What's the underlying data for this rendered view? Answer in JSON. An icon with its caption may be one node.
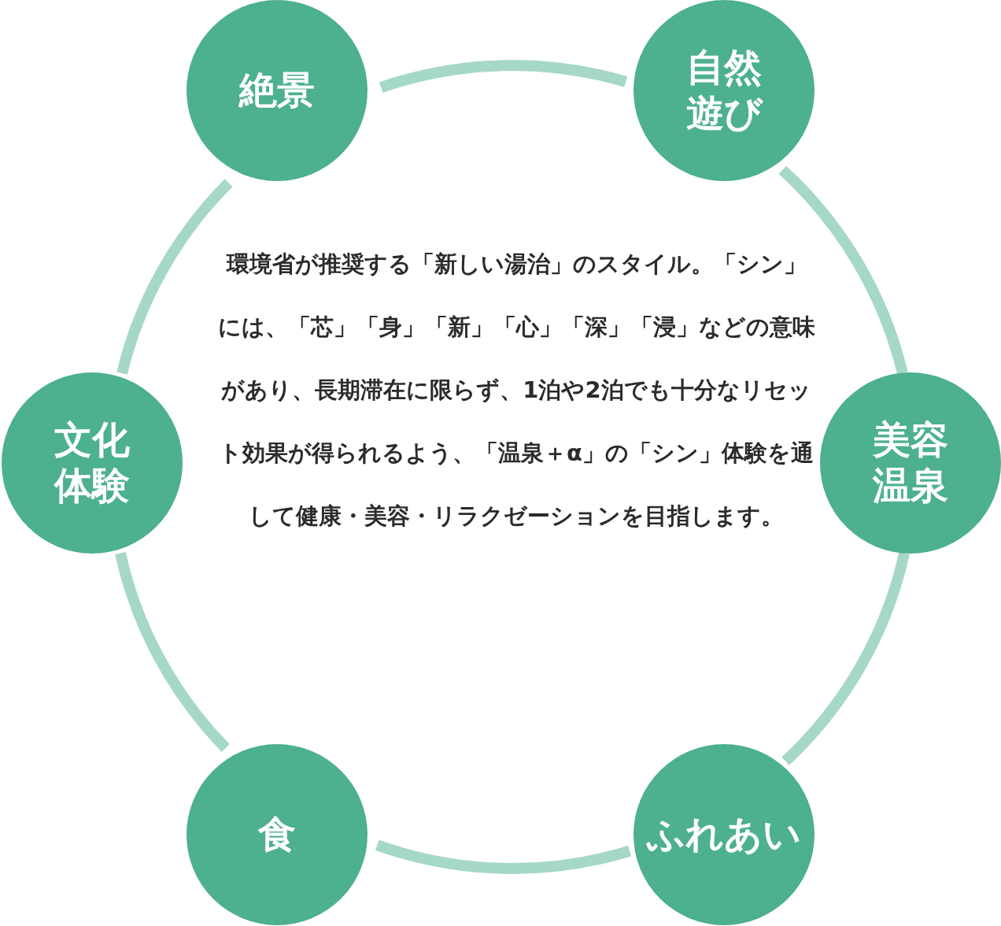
{
  "diagram": {
    "nodes": [
      {
        "text": [
          "絶景"
        ]
      },
      {
        "text": [
          "自然遊び"
        ]
      },
      {
        "text": [
          "文化体験"
        ]
      },
      {
        "text": [
          "美容温泉"
        ]
      },
      {
        "text": [
          "食"
        ]
      },
      {
        "text": [
          "ふれあい"
        ]
      }
    ],
    "edges": [
      {
        "from": 0,
        "to": 1,
        "arrow": "none"
      },
      {
        "from": 1,
        "to": 3,
        "arrow": "none"
      },
      {
        "from": 3,
        "to": 5,
        "arrow": "none"
      },
      {
        "from": 5,
        "to": 4,
        "arrow": "none"
      },
      {
        "from": 4,
        "to": 2,
        "arrow": "none"
      },
      {
        "from": 2,
        "to": 0,
        "arrow": "none"
      }
    ],
    "labels": [
      "環境省が推奨する「新しい湯治」のスタイル。「シン」には、「芯」「身」「新」「心」「深」「浸」などの意味があり、長期滞在に限らず、1泊や2泊でも十分なリセット効果が得られるよう、「温泉＋α」の「シン」体験を通して健康・美容・リラクゼーションを目指します。"
    ]
  }
}
